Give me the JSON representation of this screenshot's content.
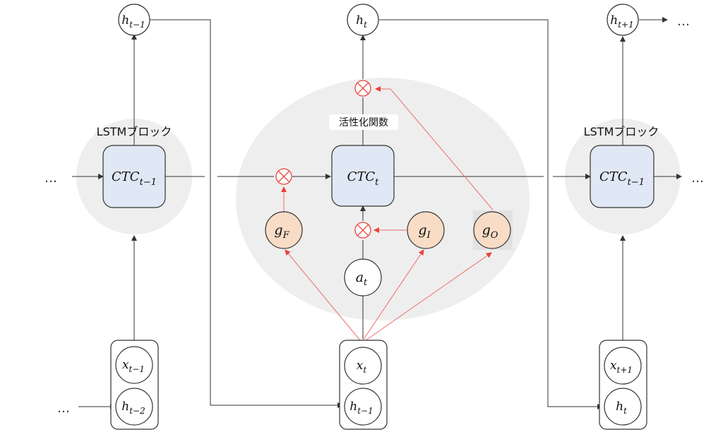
{
  "colors": {
    "block_fill": "#eeeeee",
    "cell_fill": "#dfe8f4",
    "gate_fill": "#f9dcc6",
    "multiply_color": "#e8433a",
    "red_line": "#ef6b6b",
    "line": "#333333"
  },
  "ellipsis": "…",
  "cells": {
    "left": {
      "base": "CTC",
      "sub": "t−1"
    },
    "center": {
      "base": "CTC",
      "sub": "t"
    },
    "right": {
      "base": "CTC",
      "sub": "t−1"
    }
  },
  "block_labels": {
    "left": "LSTMブロック",
    "right": "LSTMブロック",
    "activation": "活性化関数"
  },
  "outputs": {
    "left": {
      "base": "h",
      "sub": "t−1"
    },
    "center": {
      "base": "h",
      "sub": "t"
    },
    "right": {
      "base": "h",
      "sub": "t+1"
    }
  },
  "gates": {
    "forget": {
      "base": "g",
      "sub": "F"
    },
    "input": {
      "base": "g",
      "sub": "I"
    },
    "output": {
      "base": "g",
      "sub": "O"
    }
  },
  "cell_input": {
    "base": "a",
    "sub": "t"
  },
  "inputs": {
    "left": {
      "x": {
        "base": "x",
        "sub": "t−1"
      },
      "h": {
        "base": "h",
        "sub": "t−2"
      }
    },
    "center": {
      "x": {
        "base": "x",
        "sub": "t"
      },
      "h": {
        "base": "h",
        "sub": "t−1"
      }
    },
    "right": {
      "x": {
        "base": "x",
        "sub": "t+1"
      },
      "h": {
        "base": "h",
        "sub": "t"
      }
    }
  }
}
